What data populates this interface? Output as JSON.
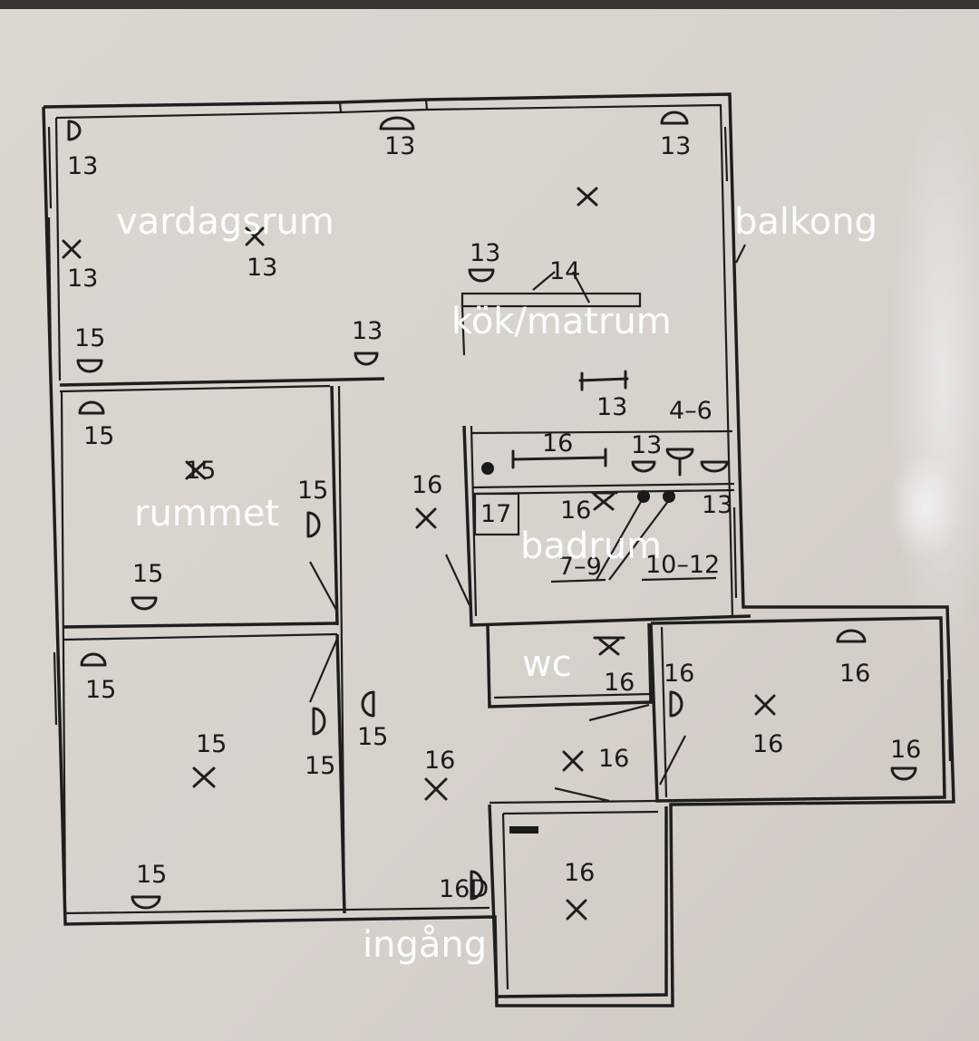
{
  "rooms": {
    "vardagsrum": "vardagsrum",
    "balkong": "balkong",
    "kok": "kök/matrum",
    "rummet": "rummet",
    "badrum": "badrum",
    "wc": "wc",
    "ingang": "ingång"
  },
  "labels": {
    "n13": "13",
    "n14": "14",
    "n15": "15",
    "n16": "16",
    "n17": "17",
    "n4_6": "4–6",
    "n7_9": "7–9",
    "n10_12": "10–12",
    "n16D": "16D"
  }
}
